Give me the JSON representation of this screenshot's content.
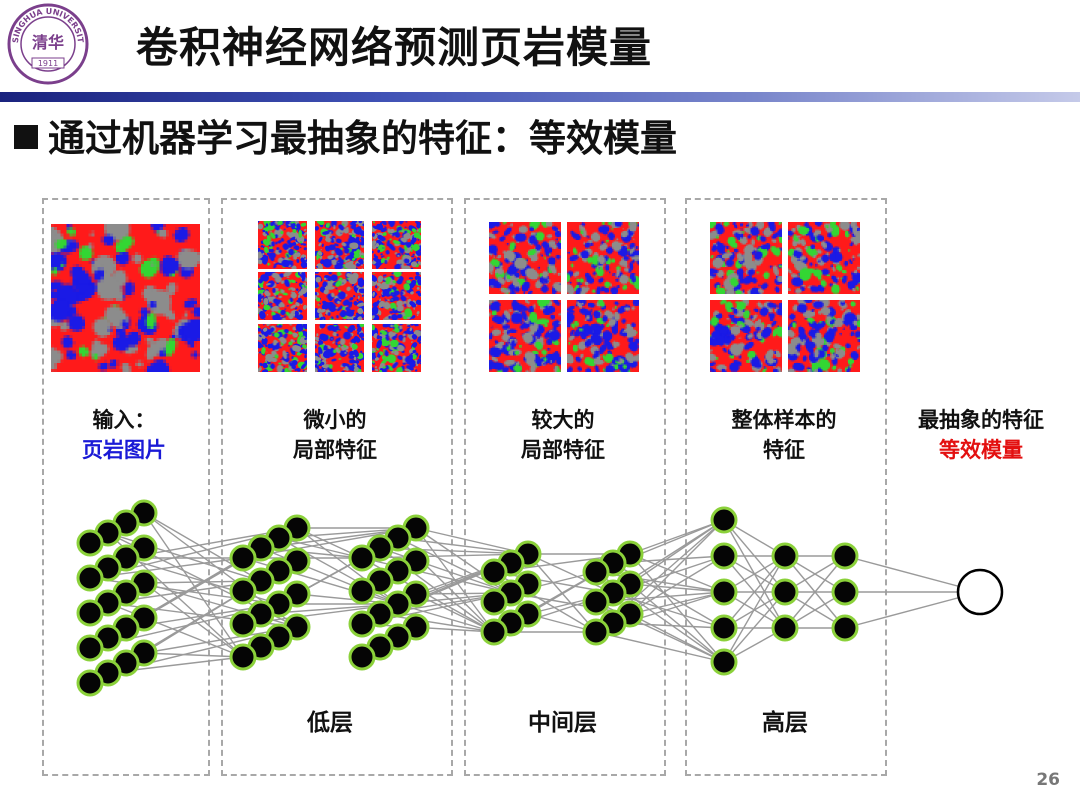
{
  "logo": {
    "top_text": "TSINGHUA UNIVERSITY",
    "year": "1911",
    "emblem": "清华"
  },
  "title": "卷积神经网络预测页岩模量",
  "subtitle": "通过机器学习最抽象的特征：等效模量",
  "colors": {
    "matrix": "#ff1a1a",
    "phase_blue": "#1a1ae6",
    "phase_gray": "#8c8c8c",
    "phase_green": "#33d633",
    "accent_red": "#e31010",
    "accent_blue": "#1a1ad6",
    "title_bar": "#3f51b5"
  },
  "stages": [
    {
      "line1": "输入：",
      "line2": "页岩图片",
      "line2_color": "blue"
    },
    {
      "line1": "微小的",
      "line2": "局部特征",
      "line2_color": "black"
    },
    {
      "line1": "较大的",
      "line2": "局部特征",
      "line2_color": "black"
    },
    {
      "line1": "整体样本的",
      "line2": "特征",
      "line2_color": "black"
    },
    {
      "line1": "最抽象的特征",
      "line2": "等效模量",
      "line2_color": "red"
    }
  ],
  "layers": {
    "low": "低层",
    "middle": "中间层",
    "high": "高层"
  },
  "page_number": "26"
}
